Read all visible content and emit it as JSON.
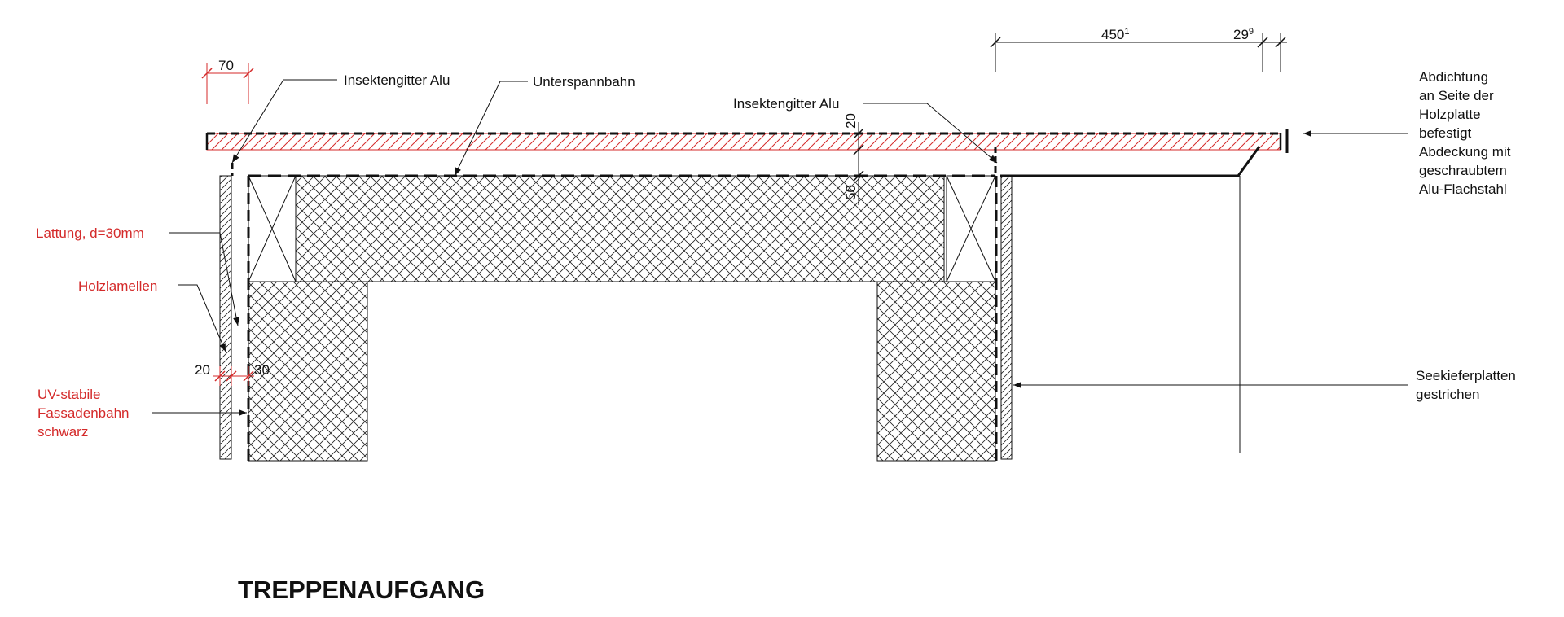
{
  "title": "TREPPENAUFGANG",
  "labels": {
    "insektengitter_left": "Insektengitter Alu",
    "unterspannbahn": "Unterspannbahn",
    "insektengitter_right": "Insektengitter Alu",
    "abdichtung": [
      "Abdichtung",
      "an Seite der",
      "Holzplatte",
      "befestigt",
      "Abdeckung mit",
      "geschraubtem",
      "Alu-Flachstahl"
    ],
    "lattung": "Lattung, d=30mm",
    "holzlamellen": "Holzlamellen",
    "uv": [
      "UV-stabile",
      "Fassadenbahn",
      "schwarz"
    ],
    "seekiefer": [
      "Seekieferplatten",
      "gestrichen"
    ]
  },
  "dimensions": {
    "d70": "70",
    "d20_left": "20",
    "d30_left": "30",
    "d20_vert": "20",
    "d50_vert": "50",
    "d450": "450",
    "d450_sup": "1",
    "d29": "29",
    "d29_sup": "9"
  },
  "colors": {
    "annotation_red": "#d42a2a",
    "line": "#111111"
  }
}
